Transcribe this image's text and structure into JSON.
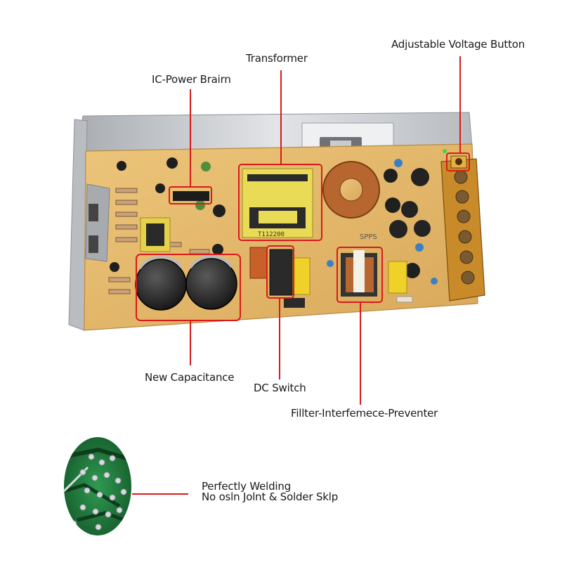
{
  "labels": {
    "adjustable_voltage": "Adjustable Voltage Button",
    "transformer": "Transformer",
    "ic_power": "IC-Power Brairn",
    "new_capacitance": "New Capacitance",
    "dc_switch": "DC Switch",
    "filter": "Fillter-Interfemece-Preventer",
    "welding_line1": "Perfectly Welding",
    "welding_line2": "No osln Jolnt & Solder Sklp"
  },
  "board_markings": {
    "transformer_code": "T112200",
    "board_code": "SPPS"
  },
  "colors": {
    "callout": "#d91a1a",
    "board": "#e3b667",
    "casing": "#c9ccd0",
    "terminal": "#c98a2a",
    "pcb_green": "#1f7a3a",
    "label_text": "#1a1a1a"
  }
}
